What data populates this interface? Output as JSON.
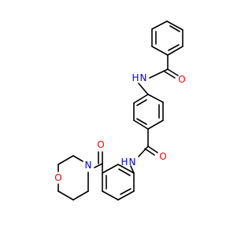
{
  "molecule": {
    "colors": {
      "bond": "#000000",
      "oxygen": "#ff0000",
      "nitrogen": "#0000ff",
      "background": "#ffffff"
    },
    "atoms": {
      "o_benzoyl": "O",
      "nh_top": "N",
      "h_top": "H",
      "o_amide": "O",
      "nh_mid": "N",
      "h_mid": "H",
      "o_ketone": "O",
      "n_morph": "N",
      "o_morph": "O"
    }
  }
}
